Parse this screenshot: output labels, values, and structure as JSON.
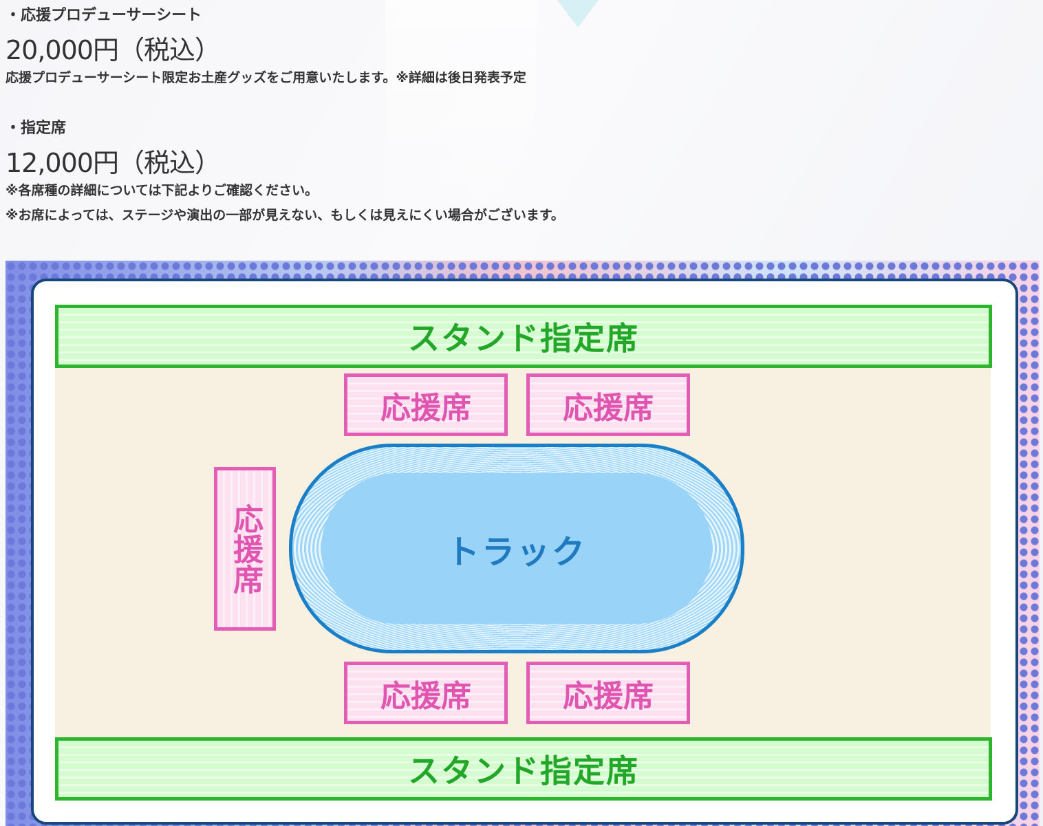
{
  "tickets": [
    {
      "name": "・応援プロデューサーシート",
      "price": "20,000円（税込）",
      "notes": [
        "応援プロデューサーシート限定お土産グッズをご用意いたします。※詳細は後日発表予定"
      ]
    },
    {
      "name": "・指定席",
      "price": "12,000円（税込）",
      "notes": [
        "※各席種の詳細については下記よりご確認ください。",
        "※お席によっては、ステージや演出の一部が見えない、もしくは見えにくい場合がございます。"
      ]
    }
  ],
  "seat_map": {
    "stand_top": "スタンド指定席",
    "stand_bottom": "スタンド指定席",
    "ouen_top_left": "応援席",
    "ouen_top_right": "応援席",
    "ouen_left": "応援席",
    "ouen_bottom_left": "応援席",
    "ouen_bottom_right": "応援席",
    "track": "トラック"
  },
  "colors": {
    "stand": "#2db62d",
    "ouen": "#e25db4",
    "track": "#1a7fc6"
  }
}
